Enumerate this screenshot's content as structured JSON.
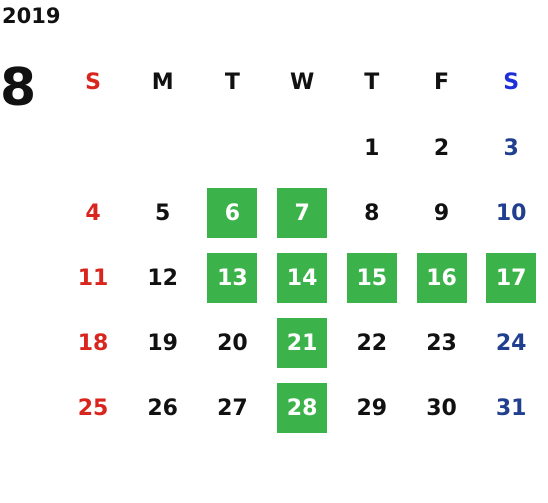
{
  "calendar": {
    "year": "2019",
    "month": "8",
    "weekdays": [
      "S",
      "M",
      "T",
      "W",
      "T",
      "F",
      "S"
    ],
    "colors": {
      "sunday": "#d8261e",
      "saturday_header": "#1c2fd9",
      "saturday": "#203f8f",
      "weekday": "#111111",
      "highlight_bg": "#3cb34a",
      "highlight_text": "#ffffff"
    },
    "weeks": [
      [
        "",
        "",
        "",
        "",
        "1",
        "2",
        "3"
      ],
      [
        "4",
        "5",
        "6",
        "7",
        "8",
        "9",
        "10"
      ],
      [
        "11",
        "12",
        "13",
        "14",
        "15",
        "16",
        "17"
      ],
      [
        "18",
        "19",
        "20",
        "21",
        "22",
        "23",
        "24"
      ],
      [
        "25",
        "26",
        "27",
        "28",
        "29",
        "30",
        "31"
      ]
    ],
    "highlighted": [
      "6",
      "7",
      "13",
      "14",
      "15",
      "16",
      "17",
      "21",
      "28"
    ]
  }
}
